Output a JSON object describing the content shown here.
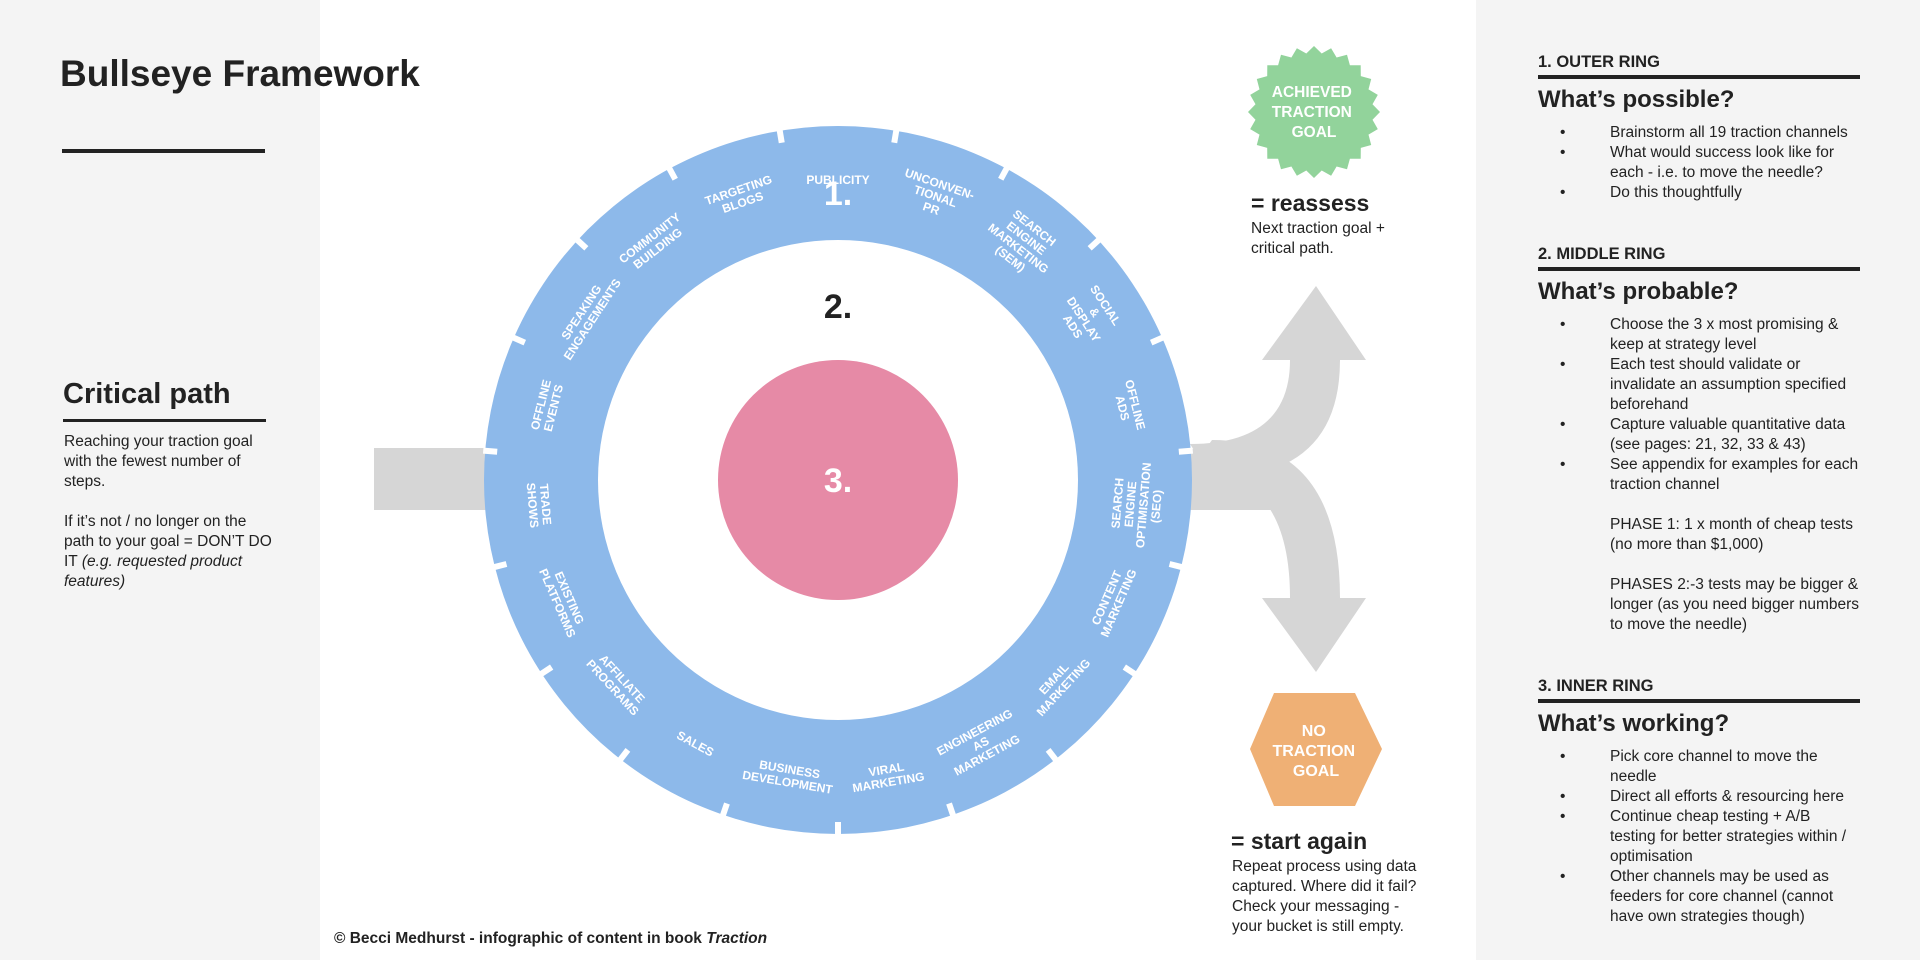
{
  "title": "Bullseye Framework",
  "critical_path": {
    "heading": "Critical path",
    "para1": "Reaching your traction goal with the fewest number of steps.",
    "para2_main": "If it’s not / no longer on the path to your goal = DON’T DO IT ",
    "para2_example": "(e.g. requested product features)"
  },
  "rings": {
    "outer_number": "1.",
    "middle_number": "2.",
    "inner_number": "3.",
    "colors": {
      "outer": "#8db9ea",
      "inner": "#e68aa6",
      "arrow": "#d6d6d6",
      "success": "#92d39b",
      "fail": "#efb075"
    }
  },
  "channels": [
    [
      "PUBLICITY"
    ],
    [
      "UNCONVEN-",
      "TIONAL",
      "PR"
    ],
    [
      "SEARCH",
      "ENGINE",
      "MARKETING",
      "(SEM)"
    ],
    [
      "SOCIAL",
      "&",
      "DISPLAY",
      "ADS"
    ],
    [
      "OFFLINE",
      "ADS"
    ],
    [
      "SEARCH",
      "ENGINE",
      "OPTIMISATION",
      "(SEO)"
    ],
    [
      "CONTENT",
      "MARKETING"
    ],
    [
      "EMAIL",
      "MARKETING"
    ],
    [
      "ENGINEERING",
      "AS",
      "MARKETING"
    ],
    [
      "VIRAL",
      "MARKETING"
    ],
    [
      "BUSINESS",
      "DEVELOPMENT"
    ],
    [
      "SALES"
    ],
    [
      "AFFILIATE",
      "PROGRAMS"
    ],
    [
      "EXISTING",
      "PLATFORMS"
    ],
    [
      "TRADE",
      "SHOWS"
    ],
    [
      "OFFLINE",
      "EVENTS"
    ],
    [
      "SPEAKING",
      "ENGAGEMENTS"
    ],
    [
      "COMMUNITY",
      "BUILDING"
    ],
    [
      "TARGETING",
      "BLOGS"
    ]
  ],
  "outcomes": {
    "success_badge": [
      "ACHIEVED",
      "TRACTION",
      "GOAL"
    ],
    "success_heading": "= reassess",
    "success_text": [
      "Next traction goal +",
      "critical path."
    ],
    "fail_badge": [
      "NO",
      "TRACTION",
      "GOAL"
    ],
    "fail_heading": "= start again",
    "fail_text": [
      "Repeat process using data",
      "captured. Where did it fail?",
      "Check your messaging -",
      "your bucket is still empty."
    ]
  },
  "credit": {
    "main": "© Becci Medhurst - infographic of content in book ",
    "book": "Traction"
  },
  "sections": [
    {
      "number": "1. OUTER RING",
      "question": "What’s possible?",
      "bullets": [
        "Brainstorm all 19 traction channels",
        "What would success look like for each - i.e. to move the needle?",
        "Do this thoughtfully"
      ]
    },
    {
      "number": "2. MIDDLE RING",
      "question": "What’s probable?",
      "bullets": [
        "Choose the 3 x most promising & keep at strategy level",
        "Each test should validate or invalidate an assumption specified beforehand",
        "Capture valuable quantitative data (see pages: 21, 32, 33 & 43)",
        "See appendix for examples for each traction channel"
      ],
      "phases": [
        "PHASE 1: 1 x month of cheap tests (no more than $1,000)",
        "PHASES 2:-3 tests may be bigger & longer (as you need bigger numbers to move the needle)"
      ]
    },
    {
      "number": "3. INNER RING",
      "question": "What’s working?",
      "bullets": [
        "Pick core channel to move the needle",
        "Direct all efforts & resourcing here",
        "Continue cheap testing + A/B testing for better strategies within / optimisation",
        "Other channels may be used as feeders for core channel (cannot have own strategies though)"
      ]
    }
  ]
}
